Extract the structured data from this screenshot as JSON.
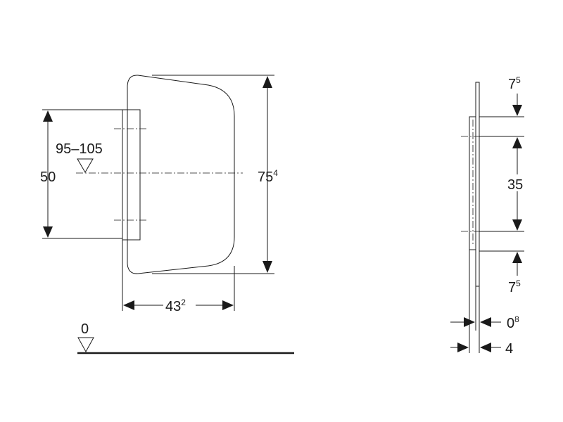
{
  "front_view": {
    "dim_height_mount": "50",
    "dim_range": "95–105",
    "dim_total_height_main": "75",
    "dim_total_height_sup": "4",
    "dim_width_main": "43",
    "dim_width_sup": "2",
    "floor_level": "0"
  },
  "side_view": {
    "dim_top_offset_main": "7",
    "dim_top_offset_sup": "5",
    "dim_mount_spacing": "35",
    "dim_bottom_offset_main": "7",
    "dim_bottom_offset_sup": "5",
    "dim_thickness_main": "0",
    "dim_thickness_sup": "8",
    "dim_depth": "4"
  }
}
